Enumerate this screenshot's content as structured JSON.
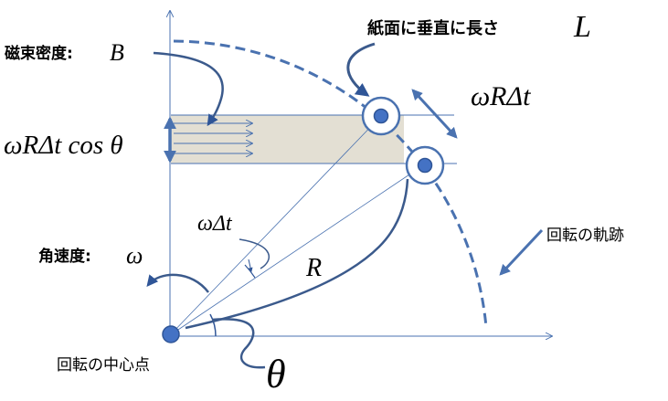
{
  "labels": {
    "magnetic_flux_density": "磁束密度:",
    "B": "B",
    "perpendicular_length": "紙面に垂直に長さ",
    "L": "L",
    "arc_length_label": "ωRΔt",
    "projection_label": "ωRΔt cos θ",
    "angle_increment": "ωΔt",
    "angular_velocity": "角速度:",
    "omega": "ω",
    "radius": "R",
    "trajectory": "回転の軌跡",
    "center_point": "回転の中心点",
    "theta": "θ"
  },
  "colors": {
    "stroke_blue": "#4a72b0",
    "dark_blue": "#2f5597",
    "dot_blue": "#4472c4",
    "band_fill": "#e3dfd3",
    "text": "#000000"
  }
}
